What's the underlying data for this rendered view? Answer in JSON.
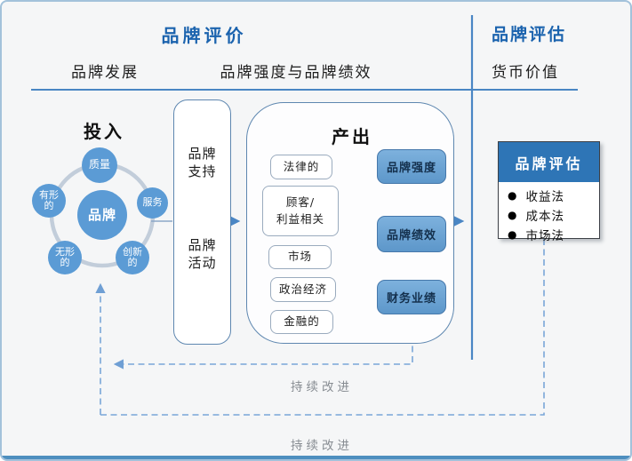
{
  "stage_labels": {
    "evaluation_title": "品牌评价",
    "valuation_title": "品牌评估",
    "development": "品牌发展",
    "strength_performance": "品牌强度与品牌绩效",
    "monetary_value": "货币价值"
  },
  "input": {
    "title": "投入",
    "center": "品牌",
    "satellites": [
      "质量",
      "服务",
      "有形的",
      "无形的",
      "创新的"
    ]
  },
  "support": {
    "top": "品牌支持",
    "bottom": "品牌活动"
  },
  "output": {
    "title": "产出",
    "factors": [
      [
        "法律的"
      ],
      [
        "顾客/",
        "利益相关"
      ],
      [
        "市场"
      ],
      [
        "政治经济"
      ],
      [
        "金融的"
      ]
    ],
    "results": [
      "品牌强度",
      "品牌绩效",
      "财务业绩"
    ]
  },
  "valuation": {
    "title": "品牌评估",
    "bullet": "●",
    "methods": [
      "收益法",
      "成本法",
      "市场法"
    ]
  },
  "feedback": {
    "labels": [
      "持续改进",
      "持续改进"
    ]
  },
  "colors": {
    "title_blue": "#1b63ae",
    "node_blue": "#5b9bd5",
    "header_blue": "#2e75b6",
    "line_blue": "#4a86c4",
    "dash_blue": "#7aa6d8"
  }
}
